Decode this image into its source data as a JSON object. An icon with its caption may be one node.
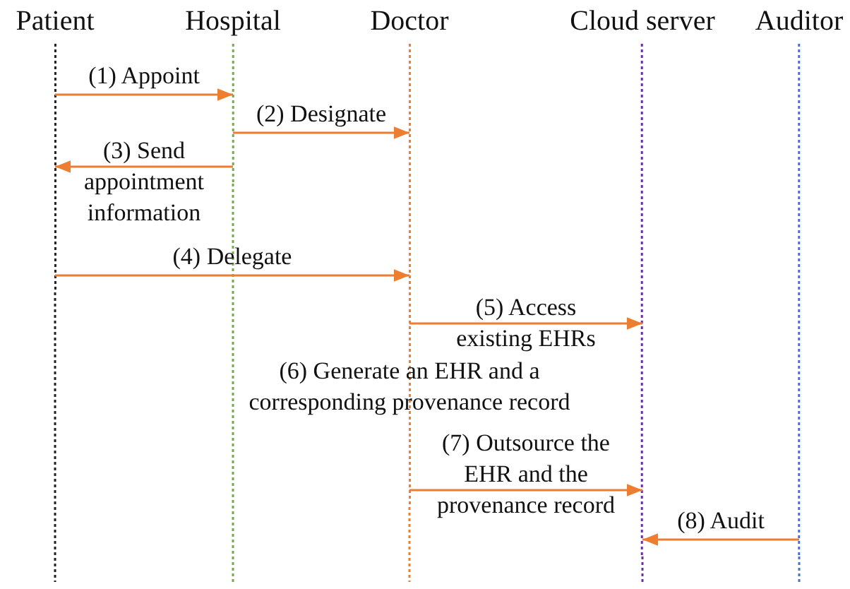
{
  "diagram": {
    "nodes": [
      {
        "text": [
          "Patient"
        ]
      },
      {
        "text": [
          "Hospital"
        ]
      },
      {
        "text": [
          "Doctor"
        ]
      },
      {
        "text": [
          "Cloud server"
        ]
      },
      {
        "text": [
          "Auditor"
        ]
      }
    ],
    "edges": [
      {
        "from": 0,
        "to": 1,
        "arrow": "to",
        "label": "(1) Appoint"
      },
      {
        "from": 1,
        "to": 2,
        "arrow": "to",
        "label": "(2) Designate"
      },
      {
        "from": 1,
        "to": 0,
        "arrow": "to",
        "label": "(3) Send appointment information"
      },
      {
        "from": 0,
        "to": 2,
        "arrow": "to",
        "label": "(4) Delegate"
      },
      {
        "from": 2,
        "to": 3,
        "arrow": "to",
        "label": "(5) Access existing EHRs"
      },
      {
        "from": 2,
        "to": 3,
        "arrow": "to",
        "label": "(7) Outsource the EHR and the provenance record"
      },
      {
        "from": 4,
        "to": 3,
        "arrow": "to",
        "label": "(8) Audit"
      }
    ],
    "labels": [
      "(6) Generate an EHR and a corresponding provenance record"
    ]
  }
}
